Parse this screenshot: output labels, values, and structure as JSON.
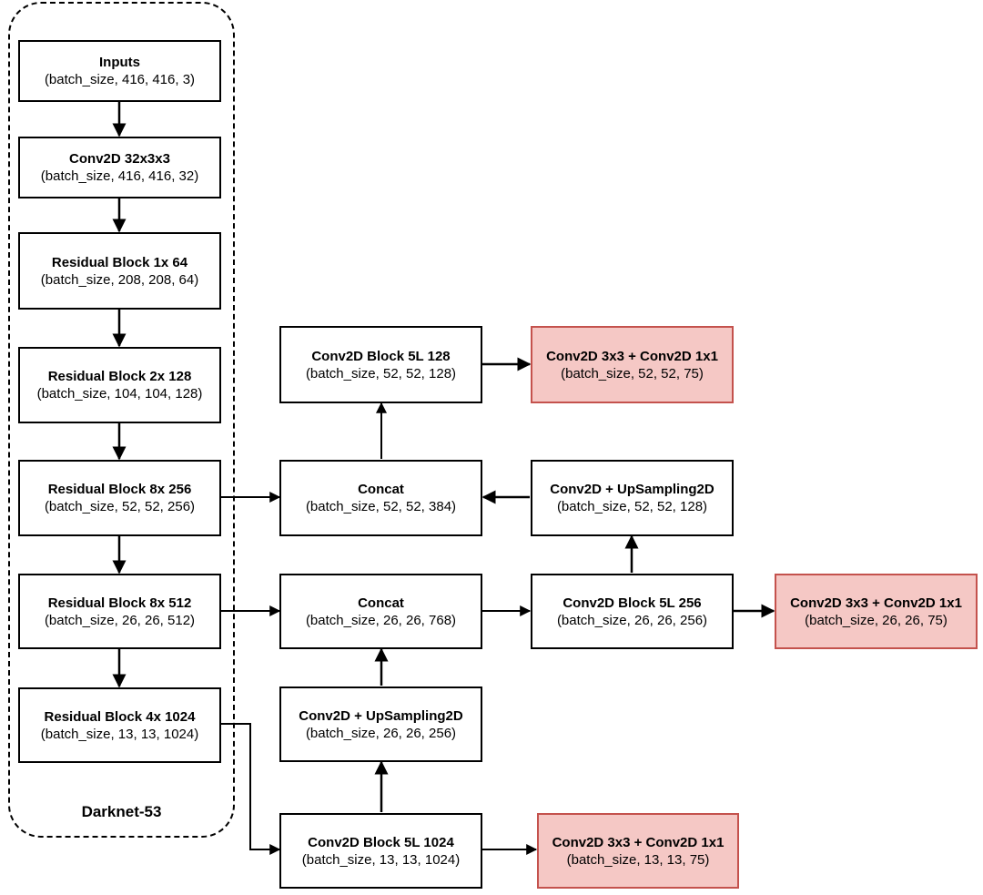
{
  "backbone": {
    "label": "Darknet-53"
  },
  "nodes": {
    "inputs": {
      "title": "Inputs",
      "shape": "(batch_size, 416, 416, 3)"
    },
    "conv32": {
      "title": "Conv2D 32x3x3",
      "shape": "(batch_size, 416, 416, 32)"
    },
    "res1": {
      "title": "Residual Block 1x  64",
      "shape": "(batch_size, 208, 208, 64)"
    },
    "res2": {
      "title": "Residual Block 2x  128",
      "shape": "(batch_size, 104, 104, 128)"
    },
    "res8a": {
      "title": "Residual Block 8x  256",
      "shape": "(batch_size, 52, 52, 256)"
    },
    "res8b": {
      "title": "Residual Block 8x  512",
      "shape": "(batch_size, 26, 26, 512)"
    },
    "res4": {
      "title": "Residual Block 4x  1024",
      "shape": "(batch_size, 13, 13, 1024)"
    },
    "cb128": {
      "title": "Conv2D Block 5L  128",
      "shape": "(batch_size, 52, 52, 128)"
    },
    "out52": {
      "title": "Conv2D 3x3 + Conv2D 1x1",
      "shape": "(batch_size, 52, 52, 75)"
    },
    "concat52": {
      "title": "Concat",
      "shape": "(batch_size, 52, 52, 384)"
    },
    "up128": {
      "title": "Conv2D + UpSampling2D",
      "shape": "(batch_size, 52, 52, 128)"
    },
    "concat26": {
      "title": "Concat",
      "shape": "(batch_size, 26, 26, 768)"
    },
    "cb256": {
      "title": "Conv2D Block 5L  256",
      "shape": "(batch_size, 26, 26, 256)"
    },
    "out26": {
      "title": "Conv2D 3x3 + Conv2D 1x1",
      "shape": "(batch_size, 26, 26, 75)"
    },
    "up256": {
      "title": "Conv2D + UpSampling2D",
      "shape": "(batch_size, 26, 26, 256)"
    },
    "cb1024": {
      "title": "Conv2D Block 5L  1024",
      "shape": "(batch_size, 13, 13, 1024)"
    },
    "out13": {
      "title": "Conv2D 3x3 + Conv2D 1x1",
      "shape": "(batch_size, 13, 13, 75)"
    }
  },
  "edges": [
    {
      "from": "inputs",
      "to": "conv32"
    },
    {
      "from": "conv32",
      "to": "res1"
    },
    {
      "from": "res1",
      "to": "res2"
    },
    {
      "from": "res2",
      "to": "res8a"
    },
    {
      "from": "res8a",
      "to": "res8b"
    },
    {
      "from": "res8b",
      "to": "res4"
    },
    {
      "from": "res8a",
      "to": "concat52"
    },
    {
      "from": "res8b",
      "to": "concat26"
    },
    {
      "from": "res4",
      "to": "cb1024"
    },
    {
      "from": "cb1024",
      "to": "out13"
    },
    {
      "from": "cb1024",
      "to": "up256"
    },
    {
      "from": "up256",
      "to": "concat26"
    },
    {
      "from": "concat26",
      "to": "cb256"
    },
    {
      "from": "cb256",
      "to": "out26"
    },
    {
      "from": "cb256",
      "to": "up128"
    },
    {
      "from": "up128",
      "to": "concat52"
    },
    {
      "from": "concat52",
      "to": "cb128"
    },
    {
      "from": "cb128",
      "to": "out52"
    }
  ],
  "colors": {
    "output_fill": "#f5c8c5",
    "output_border": "#c4524d",
    "line": "#000000"
  }
}
